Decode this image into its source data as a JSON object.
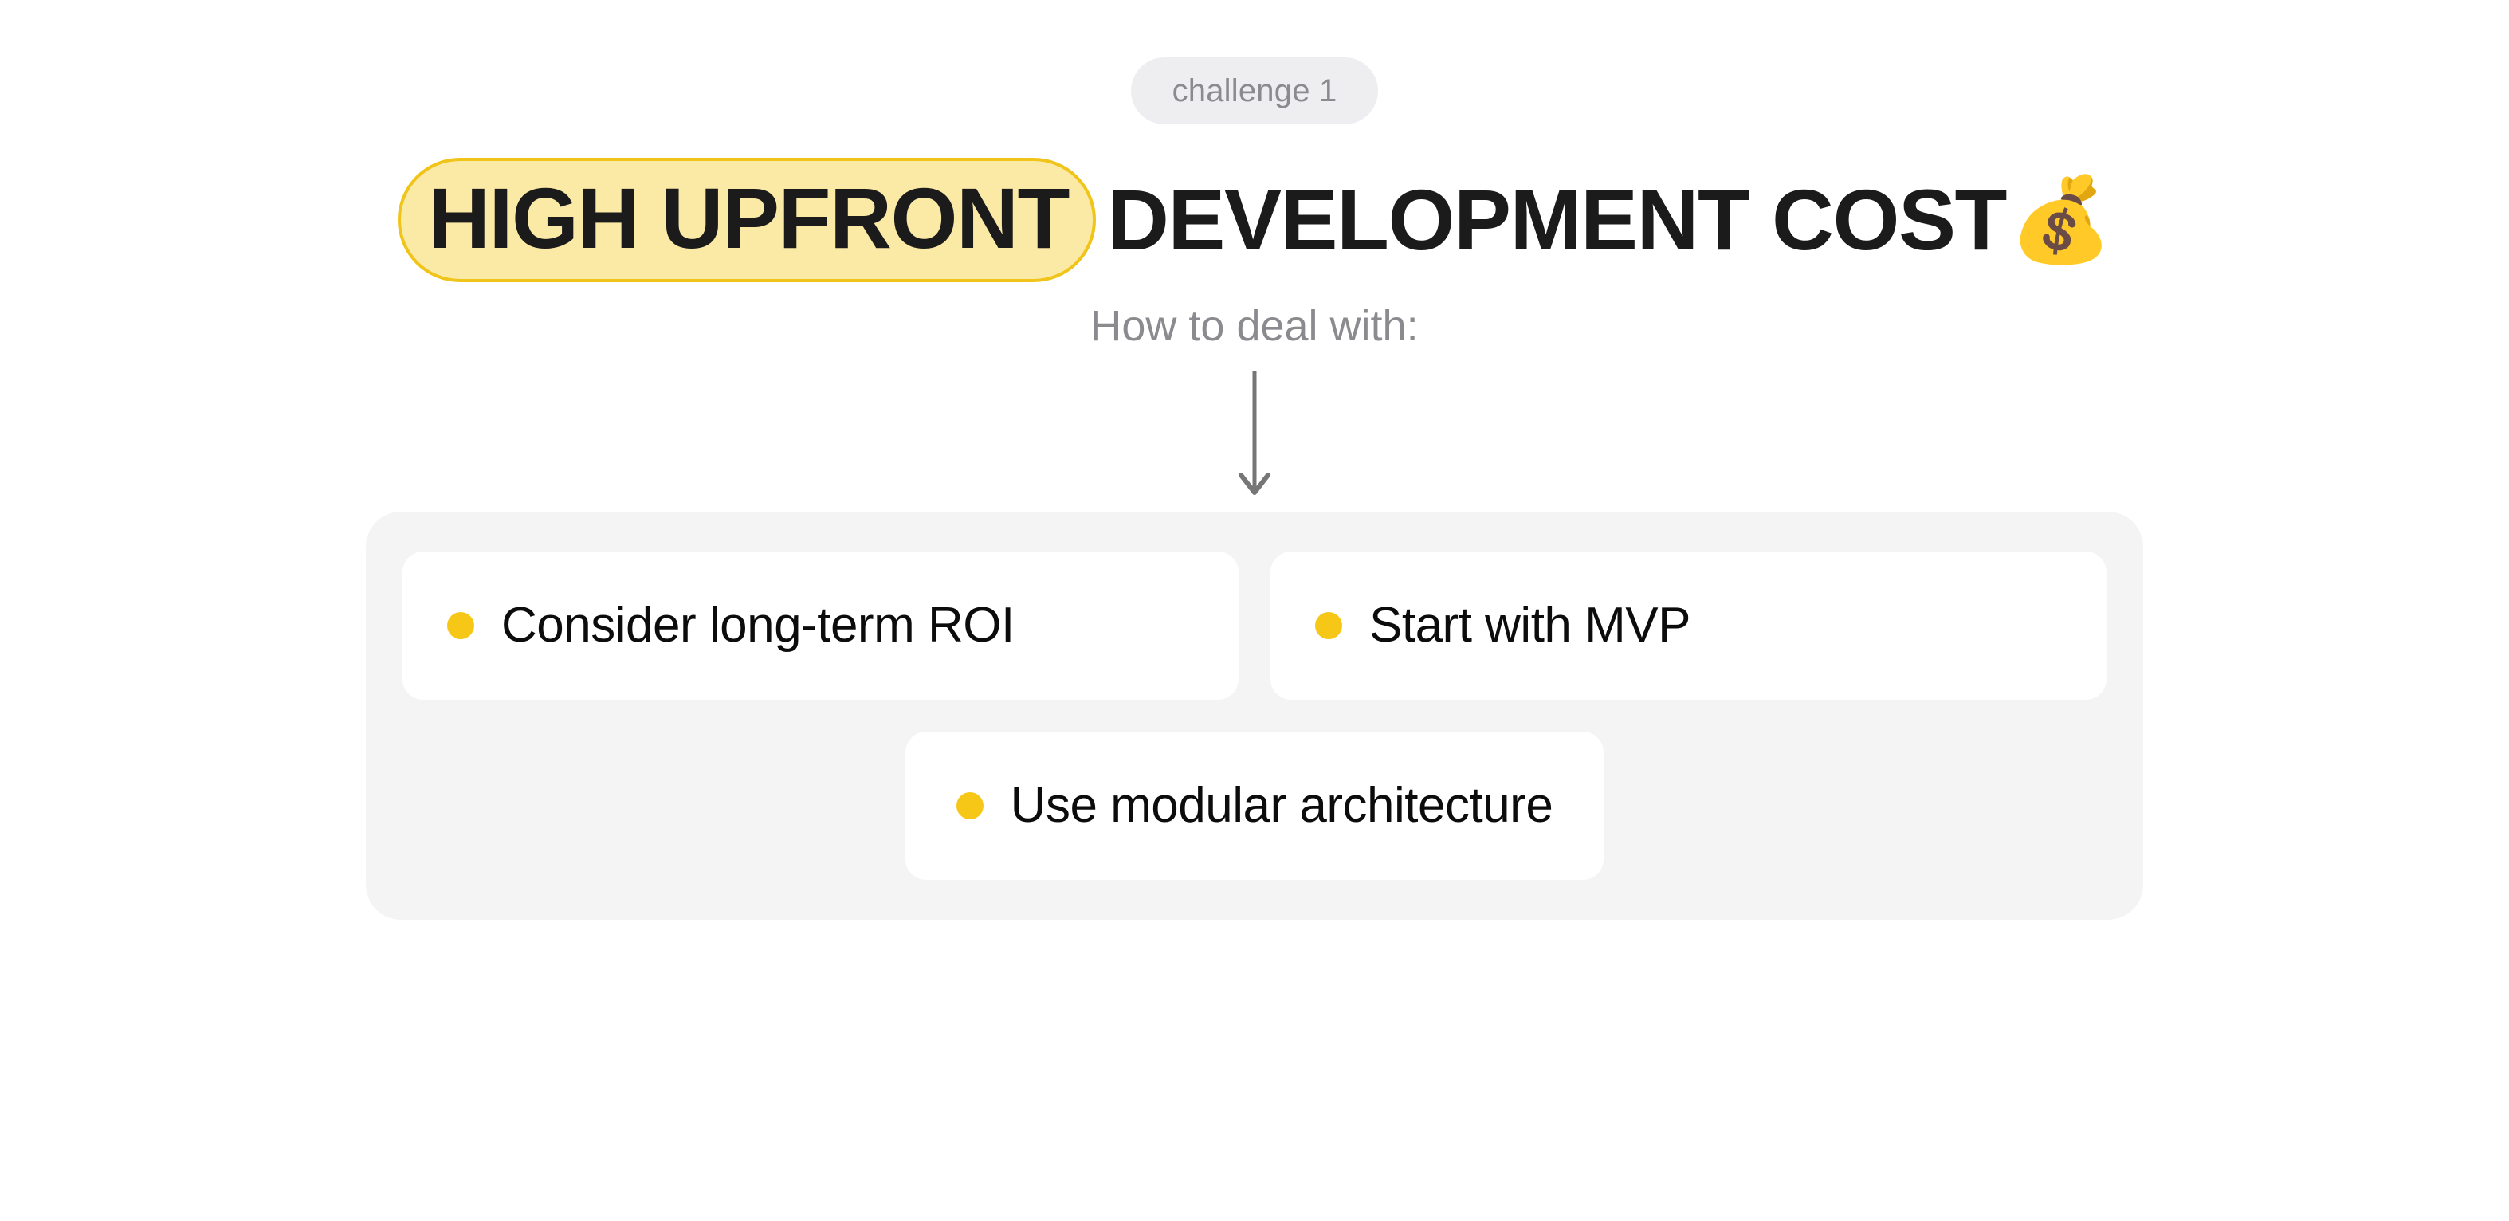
{
  "badge": {
    "label": "challenge 1"
  },
  "headline": {
    "highlight": "HIGH UPFRONT",
    "rest": "DEVELOPMENT COST",
    "emoji": "💰",
    "emoji_name": "money-bag-emoji"
  },
  "subtitle": {
    "text": "How to deal with:"
  },
  "connector": {
    "icon": "arrow-down-icon"
  },
  "solutions": {
    "rows": [
      [
        {
          "text": "Consider long-term ROI",
          "bullet": "bullet-dot"
        },
        {
          "text": "Start with MVP",
          "bullet": "bullet-dot"
        }
      ],
      [
        {
          "text": "Use modular architecture",
          "bullet": "bullet-dot"
        }
      ]
    ]
  },
  "colors": {
    "background": "#ffffff",
    "panel": "#f4f4f5",
    "card": "#ffffff",
    "badge_bg": "#eeeef0",
    "badge_text": "#8a8a8f",
    "highlight_fill": "#fbe9a6",
    "highlight_border": "#f0c419",
    "bullet": "#f7c718",
    "heading_text": "#1b1b1b",
    "muted_text": "#8a8a8f",
    "arrow": "#767676"
  }
}
